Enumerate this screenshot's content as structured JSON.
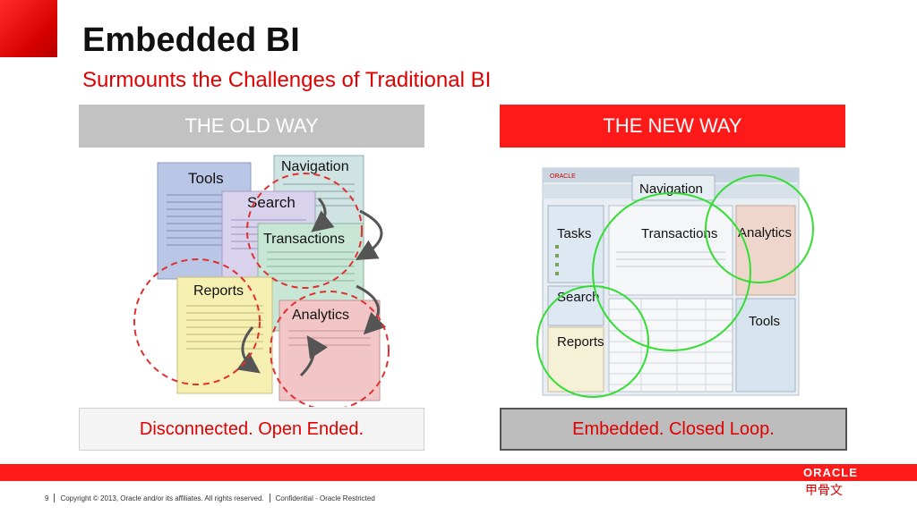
{
  "slide": {
    "title": "Embedded BI",
    "subtitle": "Surmounts the Challenges of Traditional BI",
    "old_way": {
      "heading": "THE OLD WAY",
      "caption": "Disconnected. Open Ended.",
      "cards": [
        "Tools",
        "Navigation",
        "Search",
        "Transactions",
        "Reports",
        "Analytics"
      ]
    },
    "new_way": {
      "heading": "THE NEW WAY",
      "caption": "Embedded.  Closed Loop.",
      "window_brand": "ORACLE",
      "panels": [
        "Navigation",
        "Tasks",
        "Transactions",
        "Analytics",
        "Search",
        "Reports",
        "Tools"
      ]
    }
  },
  "footer": {
    "page_number": "9",
    "copyright": "Copyright © 2013, Oracle and/or its affiliates. All rights reserved.",
    "classification": "Confidential - Oracle Restricted"
  },
  "brand": {
    "logo_text": "ORACLE",
    "logo_cn": "甲骨文"
  },
  "colors": {
    "accent_red": "#ff1a1a",
    "old_header_gray": "#c2c2c2",
    "green_circle": "#33dd33"
  }
}
